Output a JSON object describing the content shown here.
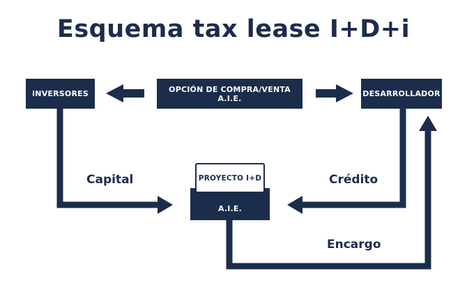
{
  "title": "Esquema tax lease I+D+i",
  "colors": {
    "primary": "#1c2d4c",
    "text_on_dark": "#ffffff",
    "background": "#ffffff"
  },
  "nodes": {
    "inversores": "INVERSORES",
    "opcion": "OPCIÓN DE COMPRA/VENTA A.I.E.",
    "desarrollador": "DESARROLLADOR",
    "proyecto": "PROYECTO I+D",
    "aie": "A.I.E."
  },
  "edges": {
    "capital": "Capital",
    "credito": "Crédito",
    "encargo": "Encargo"
  }
}
